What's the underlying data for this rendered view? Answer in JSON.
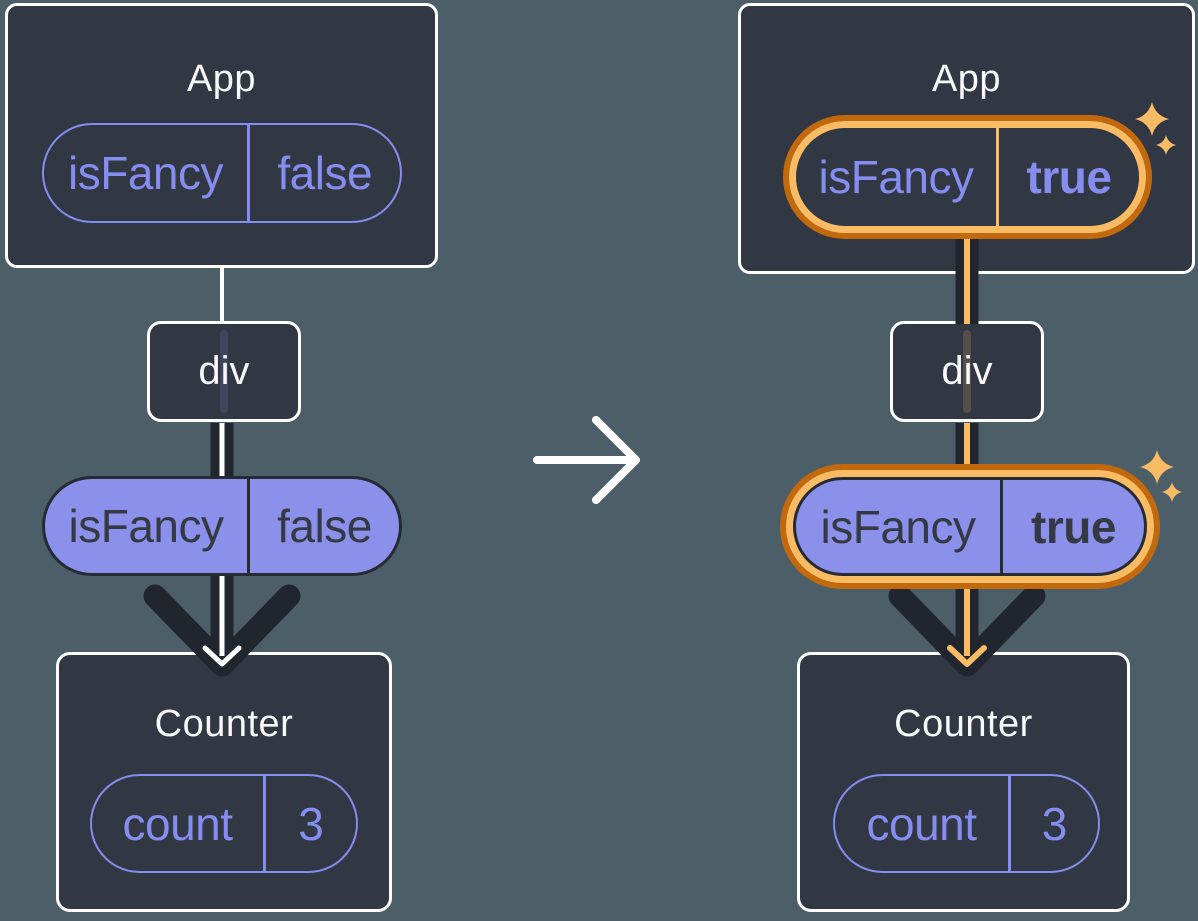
{
  "before": {
    "app": {
      "title": "App",
      "prop": {
        "name": "isFancy",
        "value": "false"
      }
    },
    "div_node": {
      "label": "div"
    },
    "passed_prop": {
      "name": "isFancy",
      "value": "false"
    },
    "counter": {
      "title": "Counter",
      "state": {
        "name": "count",
        "value": "3"
      }
    }
  },
  "after": {
    "app": {
      "title": "App",
      "prop": {
        "name": "isFancy",
        "value": "true"
      }
    },
    "div_node": {
      "label": "div"
    },
    "passed_prop": {
      "name": "isFancy",
      "value": "true"
    },
    "counter": {
      "title": "Counter",
      "state": {
        "name": "count",
        "value": "3"
      }
    }
  },
  "icons": {
    "transition": "right-arrow-icon",
    "highlight": "sparkle-icon",
    "flow": "down-arrow-icon"
  },
  "colors": {
    "background": "#4C5F69",
    "node_fill": "#313743",
    "node_border": "#FFFFFF",
    "prop_purple": "#868DF1",
    "prop_pill_fill": "#8B90EA",
    "ink_dark": "#20252E",
    "arrow_white": "#FFFFFF",
    "highlight_orange": "#F9BC64",
    "highlight_orange_dark": "#C2690E"
  }
}
